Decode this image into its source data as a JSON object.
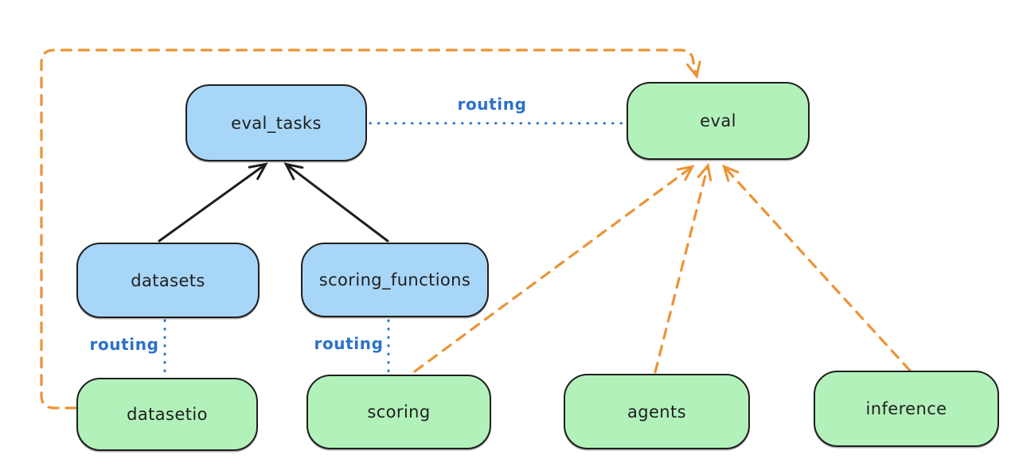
{
  "diagram": {
    "type": "architecture-flow-diagram",
    "colors": {
      "background": "#ffffff",
      "blue_fill": "#a8d6f8",
      "green_fill": "#b3f1bb",
      "stroke": "#1e1e1e",
      "routing_blue": "#2b72c8",
      "orange": "#ec9335"
    },
    "nodes": {
      "eval_tasks": {
        "label": "eval_tasks",
        "fill": "blue"
      },
      "eval": {
        "label": "eval",
        "fill": "green"
      },
      "datasets": {
        "label": "datasets",
        "fill": "blue"
      },
      "scoring_functions": {
        "label": "scoring_functions",
        "fill": "blue"
      },
      "datasetio": {
        "label": "datasetio",
        "fill": "green"
      },
      "scoring": {
        "label": "scoring",
        "fill": "green"
      },
      "agents": {
        "label": "agents",
        "fill": "green"
      },
      "inference": {
        "label": "inference",
        "fill": "green"
      }
    },
    "edges": [
      {
        "from": "datasets",
        "to": "eval_tasks",
        "style": "solid_black_arrow",
        "label": ""
      },
      {
        "from": "scoring_functions",
        "to": "eval_tasks",
        "style": "solid_black_arrow",
        "label": ""
      },
      {
        "from": "eval_tasks",
        "to": "eval",
        "style": "dotted_blue_line",
        "label": "routing"
      },
      {
        "from": "datasets",
        "to": "datasetio",
        "style": "dotted_blue_line",
        "label": "routing"
      },
      {
        "from": "scoring_functions",
        "to": "scoring",
        "style": "dotted_blue_line",
        "label": "routing"
      },
      {
        "from": "datasetio",
        "to": "eval",
        "style": "dashed_orange_arrow",
        "label": ""
      },
      {
        "from": "scoring",
        "to": "eval",
        "style": "dashed_orange_arrow",
        "label": ""
      },
      {
        "from": "agents",
        "to": "eval",
        "style": "dashed_orange_arrow",
        "label": ""
      },
      {
        "from": "inference",
        "to": "eval",
        "style": "dashed_orange_arrow",
        "label": ""
      }
    ]
  }
}
